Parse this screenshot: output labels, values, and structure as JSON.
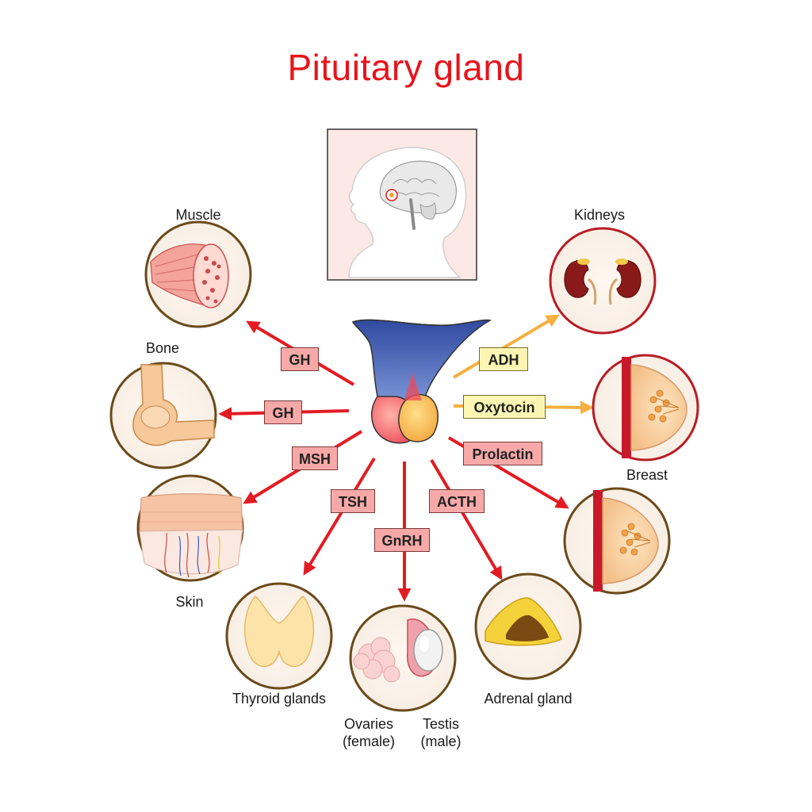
{
  "title": "Pituitary gland",
  "targets": {
    "muscle": "Muscle",
    "bone": "Bone",
    "skin": "Skin",
    "thyroid": "Thyroid glands",
    "ovaries": "Ovaries\n(female)",
    "testis": "Testis\n(male)",
    "adrenal": "Adrenal gland",
    "breast": "Breast",
    "kidneys": "Kidneys"
  },
  "hormones": {
    "gh_muscle": "GH",
    "gh_bone": "GH",
    "msh": "MSH",
    "tsh": "TSH",
    "gnrh": "GnRH",
    "acth": "ACTH",
    "prolactin": "Prolactin",
    "adh": "ADH",
    "oxytocin": "Oxytocin"
  },
  "colors": {
    "title": "#e8141c",
    "anterior_arrow": "#e31b23",
    "posterior_arrow": "#f5b041",
    "anterior_box": "#f7a9a8",
    "posterior_box": "#fdf6b2"
  }
}
